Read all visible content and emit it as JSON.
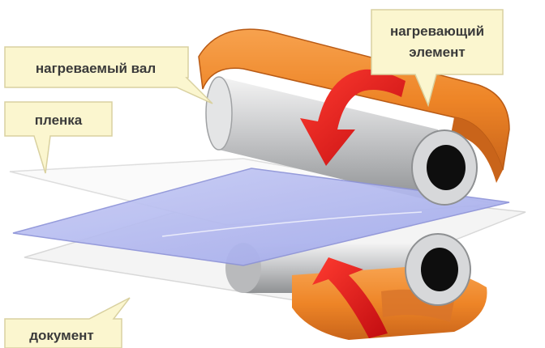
{
  "diagram": {
    "labels": {
      "heated_roller": "нагреваемый вал",
      "heating_element_line1": "нагревающий",
      "heating_element_line2": "элемент",
      "film": "пленка",
      "document": "документ"
    },
    "colors": {
      "heating_element": "#f08a2c",
      "heating_element_dark": "#c9641a",
      "roller": "#cfd0d2",
      "roller_core": "#111111",
      "document_sheet": "#b8bdf0",
      "arrow": "#e3161b",
      "callout_fill": "#fbf6cf",
      "callout_stroke": "#d9d1a0"
    }
  }
}
